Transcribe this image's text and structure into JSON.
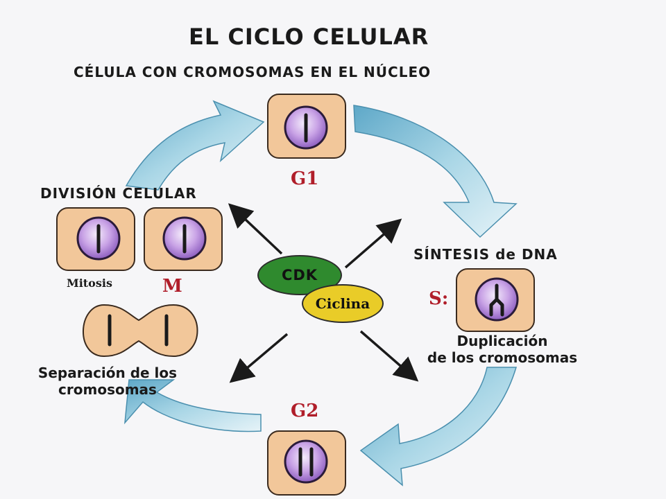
{
  "title": "EL CICLO CELULAR",
  "subtitle": "CÉLULA CON CROMOSOMAS EN EL NÚCLEO",
  "phases": {
    "g1": "G1",
    "s": "S:",
    "g2": "G2",
    "m": "M"
  },
  "sections": {
    "division": "DIVISIÓN CELULAR",
    "sintesis": "SÍNTESIS de DNA"
  },
  "captions": {
    "mitosis": "Mitosis",
    "duplicacion_1": "Duplicación",
    "duplicacion_2": "de los cromosomas",
    "separacion_1": "Separación de los",
    "separacion_2": "cromosomas"
  },
  "center": {
    "cdk": "CDK",
    "ciclina": "Ciclina"
  },
  "colors": {
    "cell_fill": "#f2c79a",
    "cell_stroke": "#3a2a1e",
    "nucleus_fill": "#c9a3e6",
    "arrow_fill": "#8fc7dc",
    "cdk": "#2f8a2e",
    "ciclina": "#e9cc28",
    "phase_label": "#b01e2a"
  }
}
